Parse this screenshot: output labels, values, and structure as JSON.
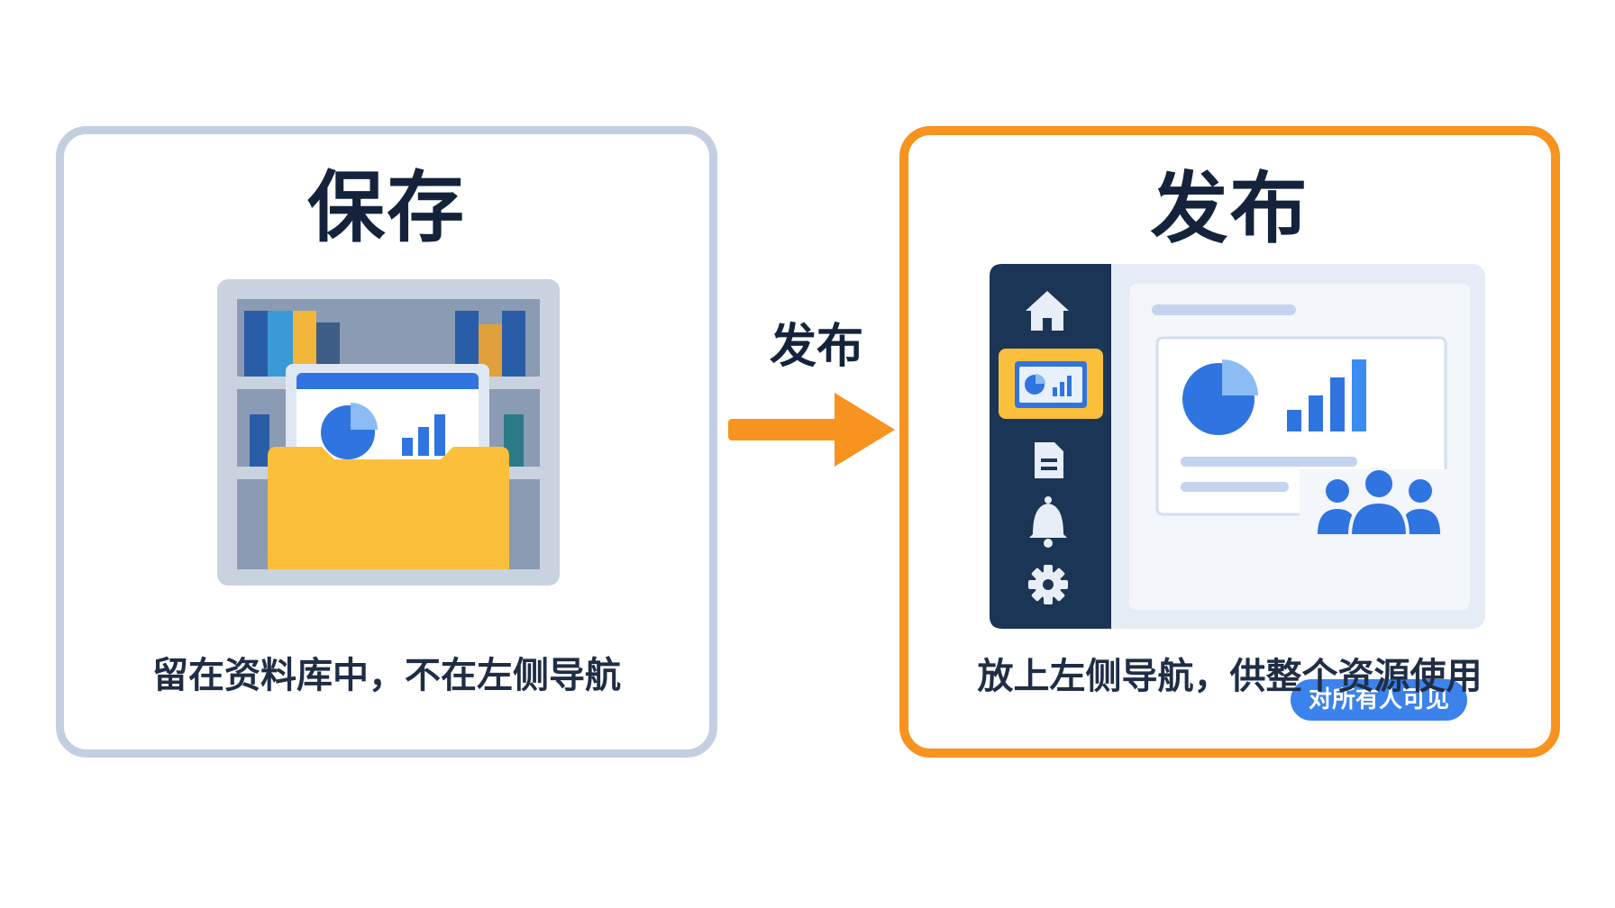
{
  "left_panel": {
    "title": "保存",
    "caption": "留在资料库中，不在左侧导航"
  },
  "arrow": {
    "label": "发布"
  },
  "right_panel": {
    "title": "发布",
    "caption": "放上左侧导航，供整个资源使用",
    "badge": "对所有人可见"
  },
  "colors": {
    "save_border": "#c3cfe0",
    "publish_border": "#f7931e",
    "sidebar": "#1b3557",
    "accent_blue": "#3b82ed",
    "folder_yellow": "#fbbf3c"
  }
}
